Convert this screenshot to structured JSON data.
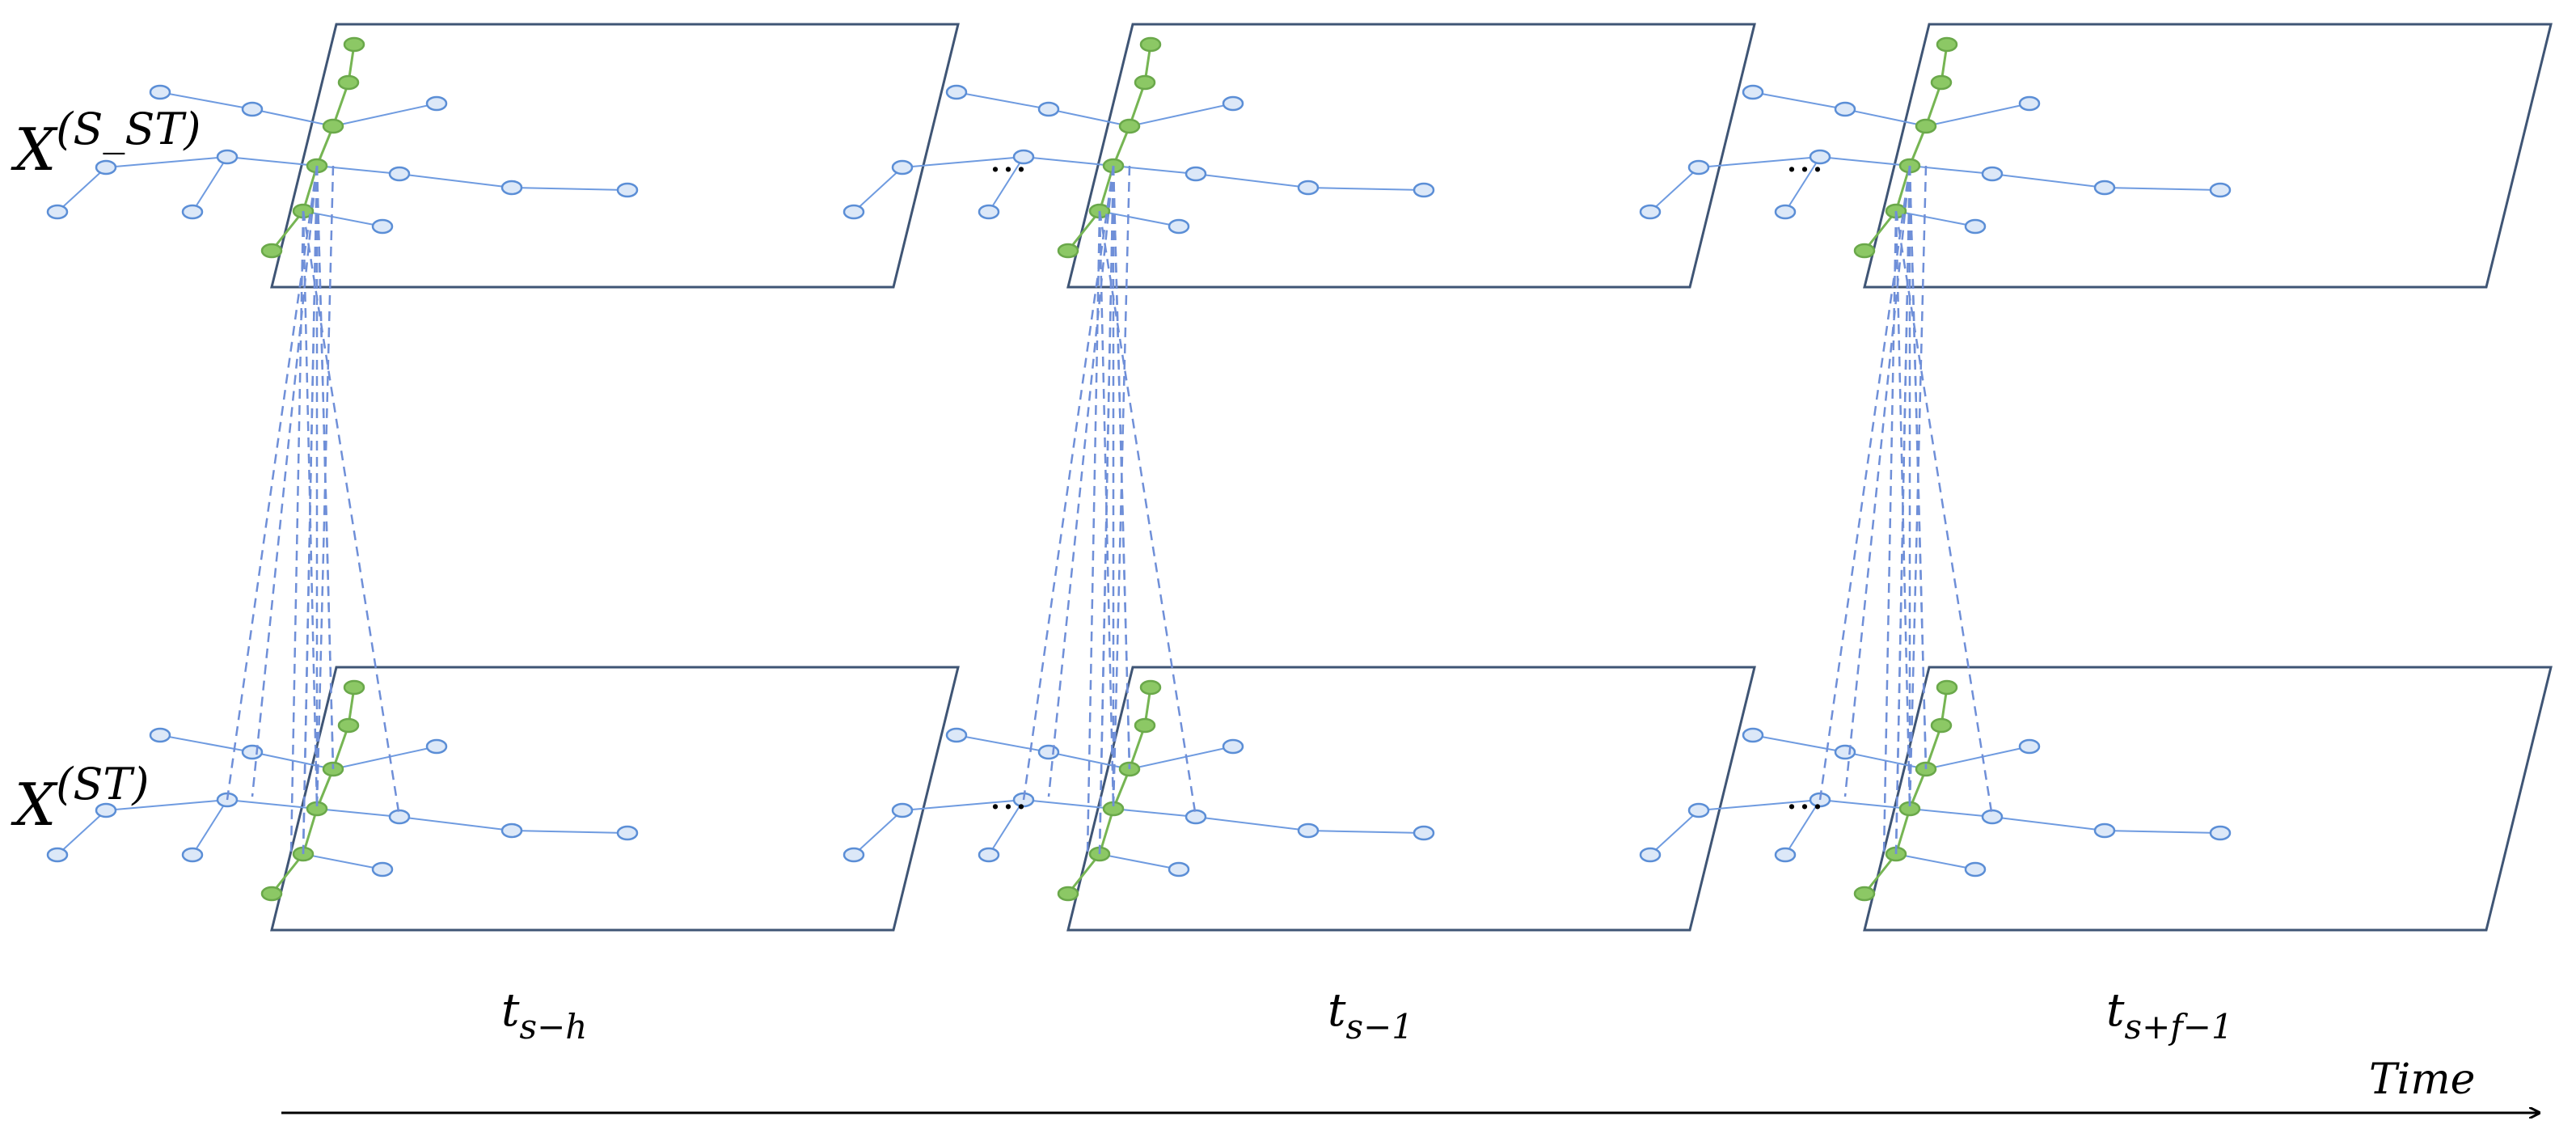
{
  "rows": {
    "top_label": {
      "base": "X",
      "superscript": "(S_ST)"
    },
    "bottom_label": {
      "base": "X",
      "superscript": "(ST)"
    }
  },
  "time_steps": [
    {
      "base": "t",
      "subscript": "s−h"
    },
    {
      "base": "t",
      "subscript": "s−1"
    },
    {
      "base": "t",
      "subscript": "s+f−1"
    }
  ],
  "ellipsis": "…",
  "axis": {
    "label": "Time"
  },
  "colors": {
    "plane_border": "#3f5575",
    "blue_node_fill": "#dce8f8",
    "blue_node_stroke": "#5b8ed6",
    "blue_edge": "#6f9be0",
    "green_node_fill": "#8cc865",
    "green_node_stroke": "#6aa84a",
    "green_edge": "#76b553",
    "dashed_link": "#6f8fd8"
  }
}
